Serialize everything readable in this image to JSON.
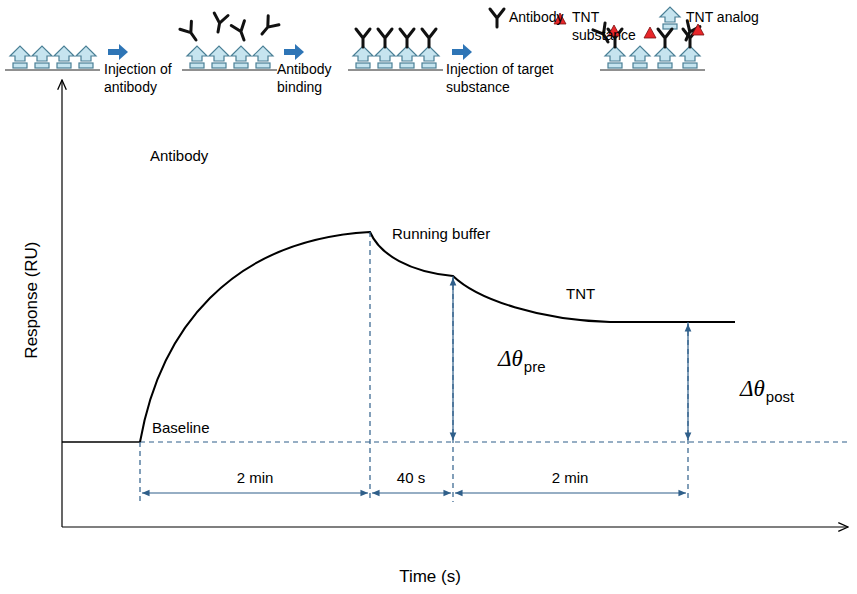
{
  "diagram": {
    "labels": [
      "Injection of antibody",
      "Antibody binding",
      "Injection of target substance",
      "Antibody",
      "Running buffer",
      "TNT",
      "Baseline",
      "Δθ",
      "pre",
      "Δθ",
      "post",
      "2 min",
      "40 s",
      "2 min",
      "Response (RU)",
      "Time (s)"
    ],
    "legend": [
      {
        "text": "Antibody"
      },
      {
        "text": "TNT substance"
      },
      {
        "text": "TNT analog"
      }
    ]
  }
}
